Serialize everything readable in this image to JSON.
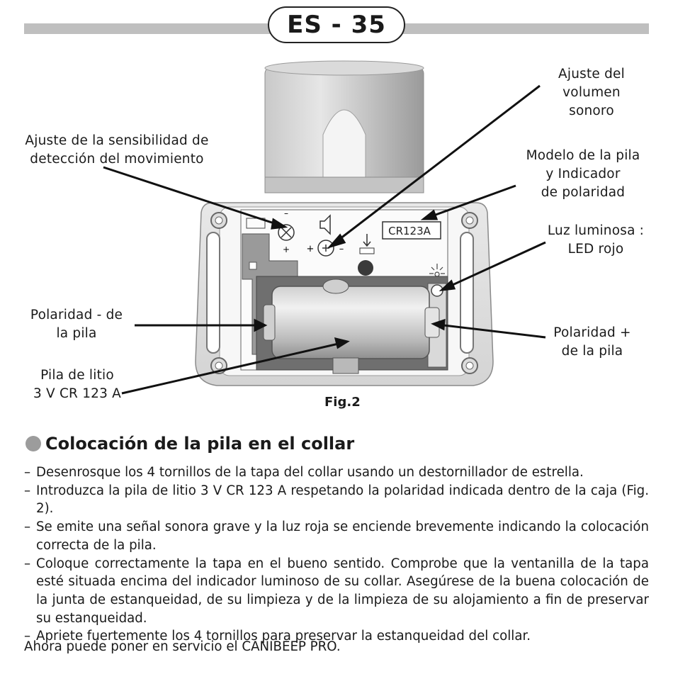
{
  "header": {
    "model": "ES - 35"
  },
  "figure": {
    "caption": "Fig.2",
    "battery_label": "CR123A",
    "callouts": {
      "volume": "Ajuste del\nvolumen\nsonoro",
      "sensitivity": "Ajuste de la sensibilidad de\ndetección del movimiento",
      "battery_model": "Modelo de la pila\ny Indicador\nde polaridad",
      "led": "Luz luminosa :\n LED rojo",
      "polarity_minus": "Polaridad - de\nla pila",
      "polarity_plus": "Polaridad +\nde la pila",
      "lithium": "Pila de litio\n3 V CR 123 A"
    }
  },
  "section": {
    "title": "Colocación de la pila en el collar",
    "bullet_color": "#9c9c9c",
    "steps": [
      "Desenrosque los 4 tornillos de la tapa del collar usando un destornillador de estrella.",
      "Introduzca la pila de litio 3 V CR 123 A respetando la polaridad indicada dentro de la caja (Fig. 2).",
      "Se emite una señal sonora grave y la luz roja se enciende brevemente indicando la colocación correcta de la pila.",
      "Coloque correctamente la tapa en el bueno sentido. Comprobe que la ventanilla de la tapa esté situada encima del indicador luminoso de su collar. Asegúrese de la buena colocación de la junta de estanqueidad, de su limpieza y de la limpieza de su alojamiento a fin de preservar su estanqueidad.",
      "Apriete fuertemente los 4 tornillos para preservar la estanqueidad del collar."
    ],
    "step_marker": "–",
    "closing": "Ahora puede poner  en servicio el CANIBEEP PRO."
  }
}
